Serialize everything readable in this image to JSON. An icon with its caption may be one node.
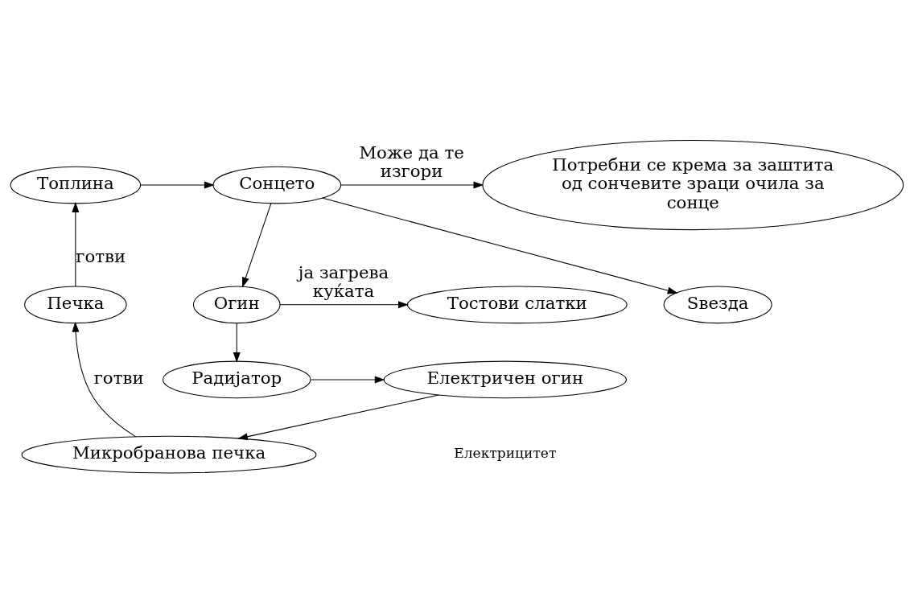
{
  "diagram": {
    "nodes": [
      {
        "text": [
          "Ѕвезда"
        ]
      },
      {
        "text": [
          "Сонцето"
        ]
      },
      {
        "text": [
          "Потребни се крема за заштита од сончевите зраци очила за сонце"
        ]
      },
      {
        "text": [
          "Огин"
        ]
      },
      {
        "text": [
          "Тостови слатки"
        ]
      },
      {
        "text": [
          "Радијатор"
        ]
      },
      {
        "text": [
          "Електричен огин"
        ]
      },
      {
        "text": [
          "Микробранова печка"
        ]
      },
      {
        "text": [
          "Печка"
        ]
      },
      {
        "text": [
          "Топлина"
        ]
      }
    ],
    "edges": [
      {
        "from": 1,
        "to": 0,
        "arrow": "to"
      },
      {
        "from": 1,
        "to": 2,
        "arrow": "to",
        "label": "Може да те изгори"
      },
      {
        "from": 1,
        "to": 3,
        "arrow": "to"
      },
      {
        "from": 3,
        "to": 4,
        "arrow": "to",
        "label": "ја загрева куќата"
      },
      {
        "from": 3,
        "to": 5,
        "arrow": "to"
      },
      {
        "from": 5,
        "to": 6,
        "arrow": "to"
      },
      {
        "from": 6,
        "to": 7,
        "arrow": "to"
      },
      {
        "from": 7,
        "to": 8,
        "arrow": "to",
        "label": "готви"
      },
      {
        "from": 8,
        "to": 9,
        "arrow": "to",
        "label": "готви"
      },
      {
        "from": 9,
        "to": 1,
        "arrow": "to"
      }
    ],
    "labels": [
      "Електрицитет"
    ]
  }
}
